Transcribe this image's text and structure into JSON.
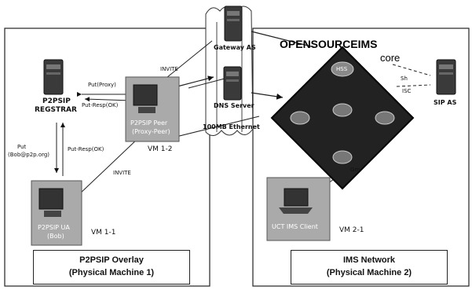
{
  "machine1": {
    "footer_line1": "P2PSIP Overlay",
    "footer_line2": "(Physical Machine 1)"
  },
  "machine2": {
    "footer_line1": "IMS Network",
    "footer_line2": "(Physical Machine 2)"
  },
  "nodes": {
    "registrar_line1": "P2PSIP",
    "registrar_line2": "REGSTRAR",
    "peer": "P2PSIP Peer",
    "peer_sub": "(Proxy-Peer)",
    "vm12": "VM 1-2",
    "ua": "P2PSIP UA",
    "ua_sub": "(Bob)",
    "vm11": "VM 1-1",
    "gateway": "Gateway AS",
    "dns": "DNS Server",
    "ethernet": "100MB Ethernet",
    "sipas": "SIP AS",
    "client": "UCT IMS Client",
    "vm21": "VM 2-1"
  },
  "ims": {
    "title": "OPENSOURCEIMS",
    "subtitle": "core",
    "hss": "HSS"
  },
  "messages": {
    "put_proxy": "Put(Proxy)",
    "put_resp_ok_top": "Put-Resp(OK)",
    "put_bob": "Put",
    "put_bob_2": "(Bob@p2p.org)",
    "put_resp_ok_left": "Put-Resp(OK)",
    "invite_top": "INVITE",
    "invite_mid": "INVITE",
    "sh": "Sh",
    "isc": "ISC",
    "gm": "Gm"
  }
}
